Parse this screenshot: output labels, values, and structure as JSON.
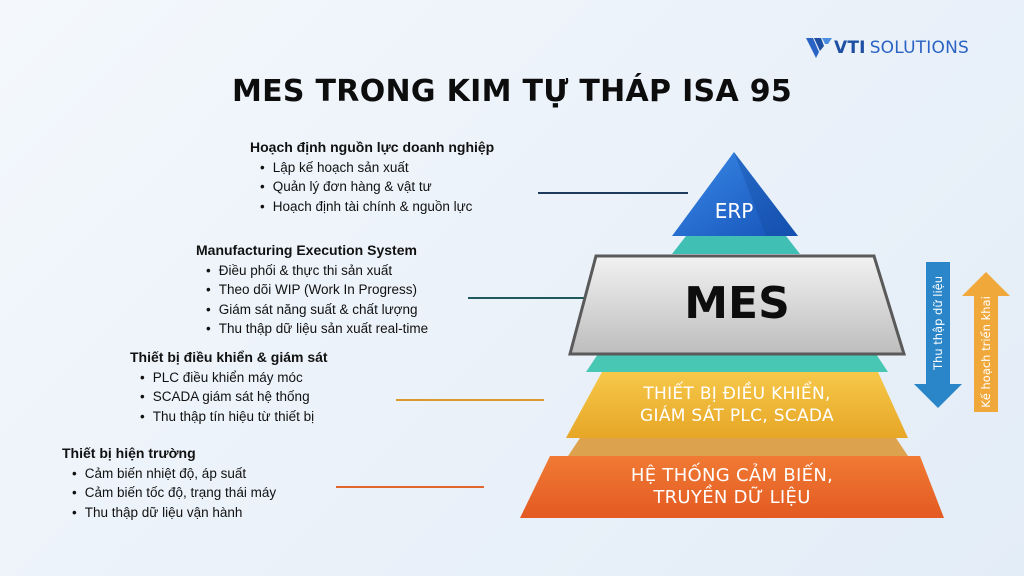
{
  "logo": {
    "brand": "VTI",
    "suffix": "SOLUTIONS",
    "color": "#1f4fa3"
  },
  "title": "MES TRONG KIM TỰ THÁP ISA 95",
  "blocks": {
    "erp": {
      "heading": "Hoạch định nguồn lực doanh nghiệp",
      "items": [
        "Lập kế hoạch sản xuất",
        "Quản lý đơn hàng & vật tư",
        "Hoạch định tài chính & nguồn lực"
      ]
    },
    "mes": {
      "heading": "Manufacturing Execution System",
      "items": [
        "Điều phối & thực thi sản xuất",
        "Theo dõi WIP (Work In Progress)",
        "Giám sát năng suất & chất lượng",
        "Thu thập dữ liệu sản xuất real-time"
      ]
    },
    "control": {
      "heading": "Thiết bị điều khiển & giám sát",
      "items": [
        "PLC điều khiển máy móc",
        "SCADA giám sát hệ thống",
        "Thu thập tín hiệu từ thiết bị"
      ]
    },
    "field": {
      "heading": "Thiết bị hiện trường",
      "items": [
        "Cảm biến nhiệt độ, áp suất",
        "Cảm biến tốc độ, trạng thái máy",
        "Thu thập dữ liệu vận hành"
      ]
    }
  },
  "pyramid": {
    "erp": {
      "label": "ERP",
      "color": "#1f6fd1"
    },
    "mes": {
      "label": "MES",
      "color": "#d9d9d9"
    },
    "control": {
      "line1": "THIẾT BỊ ĐIỀU KHIỂN,",
      "line2": "GIÁM SÁT PLC, SCADA",
      "color": "#eeb536"
    },
    "field": {
      "line1": "HỆ THỐNG CẢM BIẾN,",
      "line2": "TRUYỀN DỮ LIỆU",
      "color": "#e8642a"
    }
  },
  "arrows": {
    "down": {
      "label": "Thu thập dữ liệu",
      "color": "#2a86c8"
    },
    "up": {
      "label": "Kế hoạch triển khai",
      "color": "#f0a83a"
    }
  }
}
